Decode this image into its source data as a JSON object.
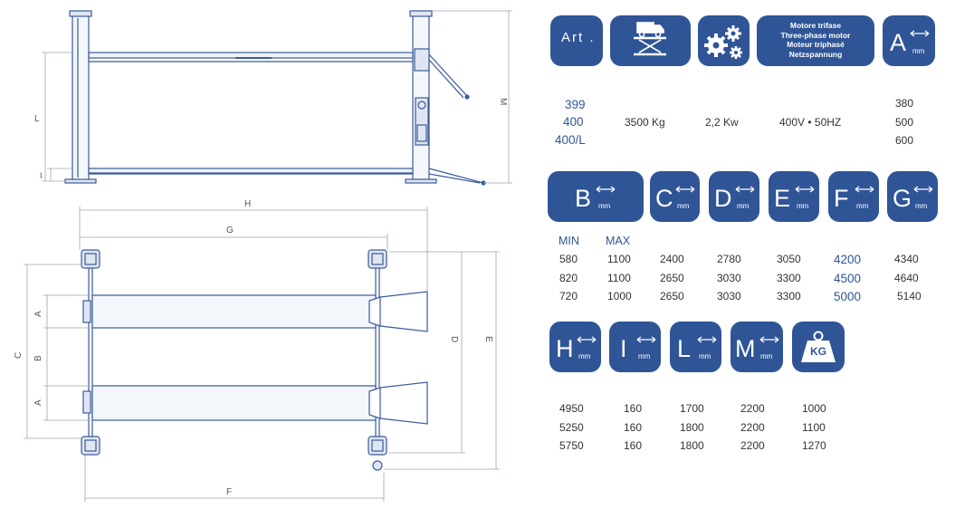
{
  "colors": {
    "badge_blue": "#2f5597",
    "line_blue": "#3a5a99",
    "dim_grey": "#9aa5b5"
  },
  "drawing": {
    "side_labels": {
      "L": "L",
      "I": "I",
      "M": "M"
    },
    "top_labels": {
      "H": "H",
      "G": "G",
      "C": "C",
      "A1": "A",
      "B": "B",
      "A2": "A",
      "D": "D",
      "E": "E",
      "F": "F"
    }
  },
  "header_badges": {
    "art": "Art .",
    "lift_icon": "car-lift-icon",
    "gears_icon": "gears-icon",
    "motor": [
      "Motore trifase",
      "Three-phase motor",
      "Moteur triphasé",
      "Netzspannung"
    ],
    "A": {
      "letter": "A",
      "unit": "mm"
    }
  },
  "row1": {
    "articles": [
      "399",
      "400",
      "400/L"
    ],
    "capacity": "3500 Kg",
    "power": "2,2 Kw",
    "voltage": "400V • 50HZ",
    "A_values": [
      "380",
      "500",
      "600"
    ]
  },
  "badges_row2": [
    {
      "letter": "B",
      "unit": "mm"
    },
    {
      "letter": "C",
      "unit": "mm"
    },
    {
      "letter": "D",
      "unit": "mm"
    },
    {
      "letter": "E",
      "unit": "mm"
    },
    {
      "letter": "F",
      "unit": "mm"
    },
    {
      "letter": "G",
      "unit": "mm"
    }
  ],
  "row2": {
    "min_label": "MIN",
    "max_label": "MAX",
    "B_min": [
      "580",
      "820",
      "720"
    ],
    "B_max": [
      "1100",
      "1100",
      "1000"
    ],
    "C": [
      "2400",
      "2650",
      "2650"
    ],
    "D": [
      "2780",
      "3030",
      "3030"
    ],
    "E": [
      "3050",
      "3300",
      "3300"
    ],
    "F": [
      "4200",
      "4500",
      "5000"
    ],
    "G": [
      "4340",
      "4640",
      "5140"
    ]
  },
  "badges_row3": [
    {
      "letter": "H",
      "unit": "mm"
    },
    {
      "letter": "I",
      "unit": "mm"
    },
    {
      "letter": "L",
      "unit": "mm"
    },
    {
      "letter": "M",
      "unit": "mm"
    }
  ],
  "weight_icon": {
    "label": "KG",
    "icon": "weight-icon"
  },
  "row3": {
    "H": [
      "4950",
      "5250",
      "5750"
    ],
    "I": [
      "160",
      "160",
      "160"
    ],
    "L": [
      "1700",
      "1800",
      "1800"
    ],
    "M": [
      "2200",
      "2200",
      "2200"
    ],
    "KG": [
      "1000",
      "1100",
      "1270"
    ]
  }
}
